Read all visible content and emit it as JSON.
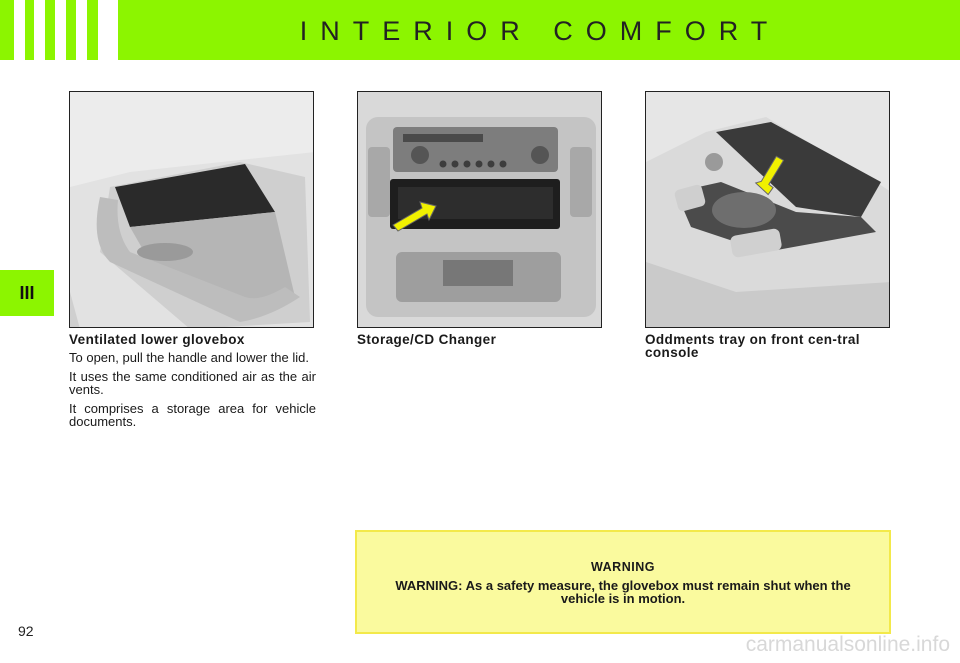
{
  "header": {
    "title": "INTERIOR COMFORT",
    "accent_color": "#8cf500"
  },
  "chapter_tab": {
    "label": "III"
  },
  "sections": [
    {
      "heading": "Ventilated lower glovebox",
      "paragraphs": [
        "To open, pull the handle and lower the lid.",
        "It uses the same conditioned air as the air vents.",
        "It comprises a storage area for vehicle documents."
      ]
    },
    {
      "heading": "Storage/CD Changer"
    },
    {
      "heading": "Oddments tray on front cen-tral console"
    }
  ],
  "warning": {
    "title": "WARNING",
    "text": "WARNING: As a safety measure, the glovebox must remain shut when the vehicle is in motion."
  },
  "page_number": "92",
  "footer": {
    "watermark": "carmanualsonline.info"
  }
}
